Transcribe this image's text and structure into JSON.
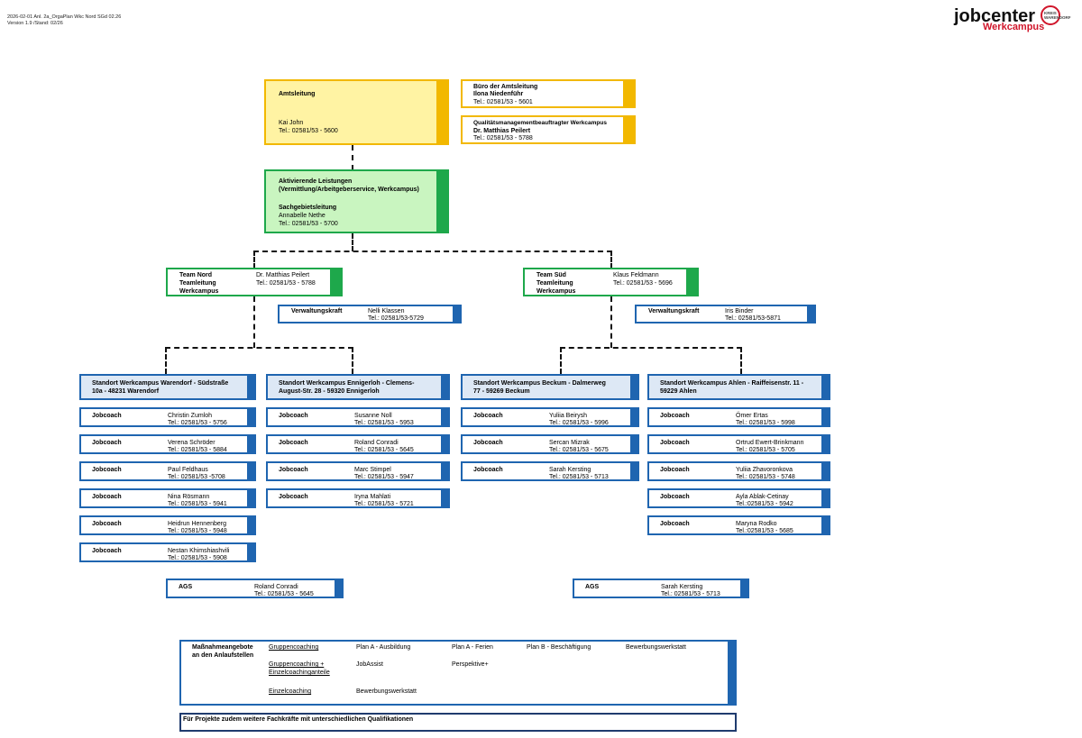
{
  "header": {
    "doc_line1": "2026-02-01 Anl. 2a_OrgaPlan Wkc Nord SGd 02.26",
    "doc_line2": "Version 1.9 /Stand: 02/26",
    "logo_main": "jobcenter",
    "logo_sub": "Werkcampus",
    "logo_seal": "KREIS WARENDORF"
  },
  "amtsleitung": {
    "title": "Amtsleitung",
    "name": "Kai John",
    "tel": "Tel.: 02581/53 - 5600"
  },
  "buero": {
    "title": "Büro der Amtsleitung",
    "name": "Ilona Niedenführ",
    "tel": "Tel.: 02581/53 - 5601"
  },
  "qm": {
    "title": "Qualitätsmanagementbeauftragter Werkcampus",
    "name": "Dr. Matthias Peilert",
    "tel": "Tel.: 02581/53 - 5788"
  },
  "aktivierende": {
    "title1": "Aktivierende Leistungen",
    "title2": "(Vermittlung/Arbeitgeberservice, Werkcampus)",
    "role": "Sachgebietsleitung",
    "name": "Annabelle Nethe",
    "tel": "Tel.: 02581/53 - 5700"
  },
  "team_nord": {
    "l1": "Team Nord",
    "l2": "Teamleitung",
    "l3": "Werkcampus",
    "name": "Dr. Matthias Peilert",
    "tel": "Tel.: 02581/53 - 5788"
  },
  "team_sued": {
    "l1": "Team Süd",
    "l2": "Teamleitung",
    "l3": "Werkcampus",
    "name": "Klaus Feldmann",
    "tel": "Tel.: 02581/53 - 5696"
  },
  "verw_nord": {
    "role": "Verwaltungskraft",
    "name": "Nelli Klassen",
    "tel": "Tel.:  02581/53-5729"
  },
  "verw_sued": {
    "role": "Verwaltungskraft",
    "name": "Iris Binder",
    "tel": "Tel.:  02581/53-5871"
  },
  "standorte": [
    {
      "title1": "Standort Werkcampus Warendorf - Südstraße",
      "title2": "10a - 48231 Warendorf",
      "coaches": [
        {
          "role": "Jobcoach",
          "name": "Christin Zumloh",
          "tel": "Tel.: 02581/53 - 5756"
        },
        {
          "role": "Jobcoach",
          "name": "Verena Schröder",
          "tel": "Tel.: 02581/53 - 5884"
        },
        {
          "role": "Jobcoach",
          "name": "Paul Feldhaus",
          "tel": "Tel.: 02581/53 -5708"
        },
        {
          "role": "Jobcoach",
          "name": "Nina Rösmann",
          "tel": "Tel.: 02581/53 - 5941"
        },
        {
          "role": "Jobcoach",
          "name": "Heidrun Hennenberg",
          "tel": "Tel.: 02581/53 - 5948"
        },
        {
          "role": "Jobcoach",
          "name": "Nestan Khimshiashvili",
          "tel": "Tel.: 02581/53 - 5908"
        }
      ]
    },
    {
      "title1": "Standort Werkcampus Ennigerloh - Clemens-",
      "title2": "August-Str. 28 - 59320 Ennigerloh",
      "coaches": [
        {
          "role": "Jobcoach",
          "name": "Susanne Noll",
          "tel": "Tel.: 02581/53 - 5953"
        },
        {
          "role": "Jobcoach",
          "name": "Roland Conradi",
          "tel": "Tel.: 02581/53 - 5645"
        },
        {
          "role": "Jobcoach",
          "name": "Marc Stimpel",
          "tel": "Tel.: 02581/53 - 5947"
        },
        {
          "role": "Jobcoach",
          "name": "Iryna Mahlati",
          "tel": "Tel.: 02581/53 - 5721"
        }
      ]
    },
    {
      "title1": "Standort Werkcampus Beckum - Dalmerweg",
      "title2": "77 - 59269 Beckum",
      "coaches": [
        {
          "role": "Jobcoach",
          "name": "Yuliia Beirysh",
          "tel": "Tel.: 02581/53 - 5996"
        },
        {
          "role": "Jobcoach",
          "name": "Sercan Mizrak",
          "tel": "Tel.: 02581/53 - 5675"
        },
        {
          "role": "Jobcoach",
          "name": "Sarah Kersting",
          "tel": "Tel.: 02581/53 - 5713"
        }
      ]
    },
    {
      "title1": "Standort Werkcampus Ahlen - Raiffeisenstr. 11 -",
      "title2": "59229 Ahlen",
      "coaches": [
        {
          "role": "Jobcoach",
          "name": "Ömer Ertas",
          "tel": "Tel.: 02581/53 - 5998"
        },
        {
          "role": "Jobcoach",
          "name": "Ortrud Ewert-Brinkmann",
          "tel": "Tel.: 02581/53 - 5705"
        },
        {
          "role": "Jobcoach",
          "name": "Yuliia Zhavoronkova",
          "tel": "Tel.: 02581/53 - 5748"
        },
        {
          "role": "Jobcoach",
          "name": "Ayla Ablak-Cetinay",
          "tel": "Tel.:02581/53 - 5942"
        },
        {
          "role": "Jobcoach",
          "name": "Maryna Rodko",
          "tel": "Tel.:02581/53 - 5685"
        }
      ]
    }
  ],
  "ags_nord": {
    "role": "AGS",
    "name": "Roland Conradi",
    "tel": "Tel.: 02581/53 - 5645"
  },
  "ags_sued": {
    "role": "AGS",
    "name": "Sarah Kersting",
    "tel": "Tel.: 02581/53 - 5713"
  },
  "massnahmen": {
    "title1": "Maßnahmeangebote",
    "title2": "an den Anlaufstellen",
    "c1": "Gruppencoaching",
    "c2a": "Gruppencoaching +",
    "c2b": "Einzelcoachinganteile",
    "c3": "Einzelcoaching",
    "i1": "Plan A - Ausbildung",
    "i2": "Plan A - Ferien",
    "i3": "Plan B - Beschäftigung",
    "i4": "Bewerbungswerkstatt",
    "i5": "JobAssist",
    "i6": "Perspektive+",
    "i7": "Bewerbungswerkstatt"
  },
  "footer_note": "Für Projekte zudem weitere Fachkräfte mit unterschiedlichen Qualifikationen",
  "colors": {
    "yellow": "#f2b800",
    "green": "#1ea84b",
    "blue": "#1f65b0"
  }
}
